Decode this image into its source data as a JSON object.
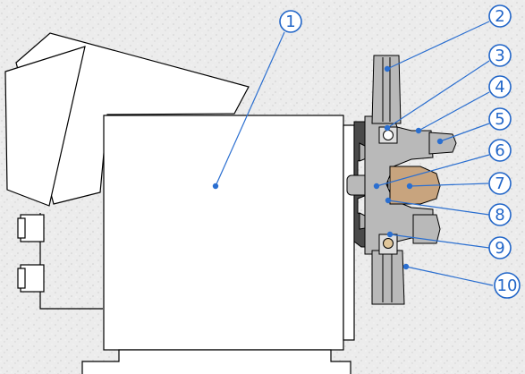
{
  "diagram": {
    "colors": {
      "background": "#ececec",
      "outline": "#000000",
      "leader": "#2b6fd0",
      "callout": "#2266c8",
      "part_fill": "#ffffff",
      "grey_part": "#b9b9b9",
      "dark_part": "#4a4a4a",
      "tan_part": "#c8a47e",
      "ball": "#e0c69a"
    },
    "callouts": [
      {
        "id": 1,
        "label": "1"
      },
      {
        "id": 2,
        "label": "2"
      },
      {
        "id": 3,
        "label": "3"
      },
      {
        "id": 4,
        "label": "4"
      },
      {
        "id": 5,
        "label": "5"
      },
      {
        "id": 6,
        "label": "6"
      },
      {
        "id": 7,
        "label": "7"
      },
      {
        "id": 8,
        "label": "8"
      },
      {
        "id": 9,
        "label": "9"
      },
      {
        "id": 10,
        "label": "10"
      }
    ]
  }
}
